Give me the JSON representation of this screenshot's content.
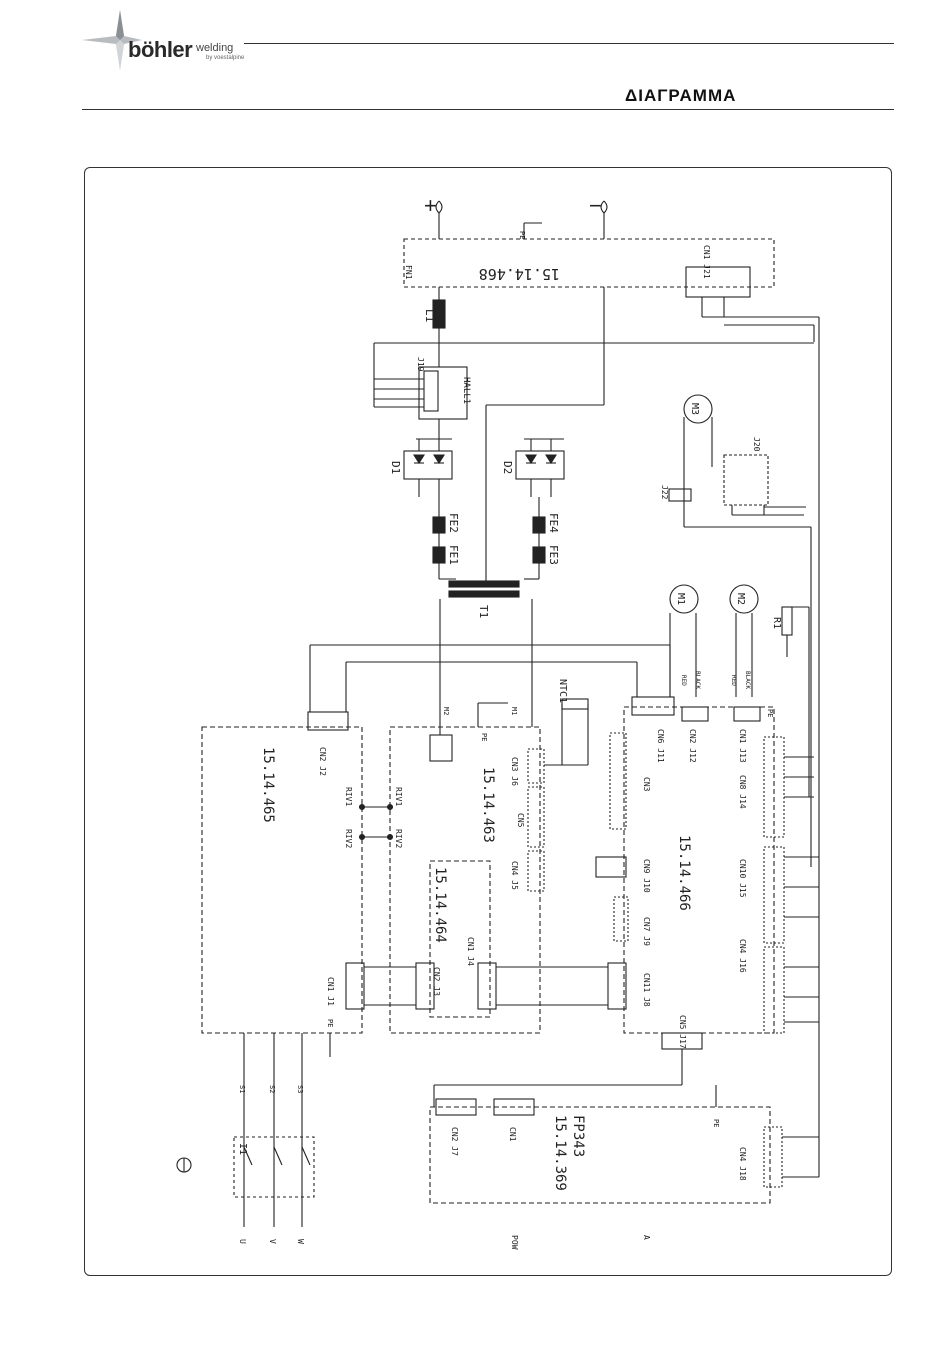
{
  "header": {
    "brand": "böhler",
    "brand_suffix": "welding",
    "brand_sub": "by voestalpine",
    "section_title": "ΔΙΑΓΡΑΜΜΑ"
  },
  "diagram": {
    "boards": {
      "fn1": "15.14.468",
      "b465": "15.14.465",
      "b463": "15.14.463",
      "b464": "15.14.464",
      "b466": "15.14.466",
      "b369": "15.14.369",
      "fp343": "FP343"
    },
    "components": {
      "fn1_label": "FN1",
      "l1": "L1",
      "hall": "HALL1",
      "d1": "D1",
      "d2": "D2",
      "fe1": "FE1",
      "fe2": "FE2",
      "fe3": "FE3",
      "fe4": "FE4",
      "t1": "T1",
      "m1": "M1",
      "m2": "M2",
      "m3": "M3",
      "r1": "R1",
      "ntc1": "NTC1",
      "i1": "I1",
      "riv1": "RIV1",
      "riv2": "RIV2"
    },
    "connectors": {
      "cn1_j21": "CN1 J21",
      "j19": "J19",
      "j22": "J22",
      "j20": "J20",
      "cn2_j2": "CN2 J2",
      "cn1_j1": "CN1 J1",
      "cn3_j6": "CN3 J6",
      "cn5": "CN5",
      "cn4_j5": "CN4 J5",
      "cn2_j3": "CN2 J3",
      "cn1_j4": "CN1 J4",
      "cn6_j11": "CN6 J11",
      "cn2_j12": "CN2 J12",
      "cn1_j13": "CN1 J13",
      "cn3": "CN3",
      "cn8_j14": "CN8 J14",
      "cn9_j10": "CN9 J10",
      "cn10_j15": "CN10 J15",
      "cn7_j9": "CN7 J9",
      "cn4_j16": "CN4 J16",
      "cn11_j8": "CN11 J8",
      "cn5_j17": "CN5 J17",
      "cn2_j7": "CN2 J7",
      "cn1": "CN1",
      "cn4_j18": "CN4 J18"
    },
    "labels": {
      "plus": "+",
      "minus": "−",
      "pe": "PE",
      "red": "RED",
      "black": "BLACK",
      "m1_pt": "M1",
      "m2_pt": "M2",
      "u": "U",
      "v": "V",
      "w": "W",
      "pow": "POW",
      "a": "A",
      "s1": "S1",
      "s2": "S2",
      "s3": "S3"
    }
  }
}
